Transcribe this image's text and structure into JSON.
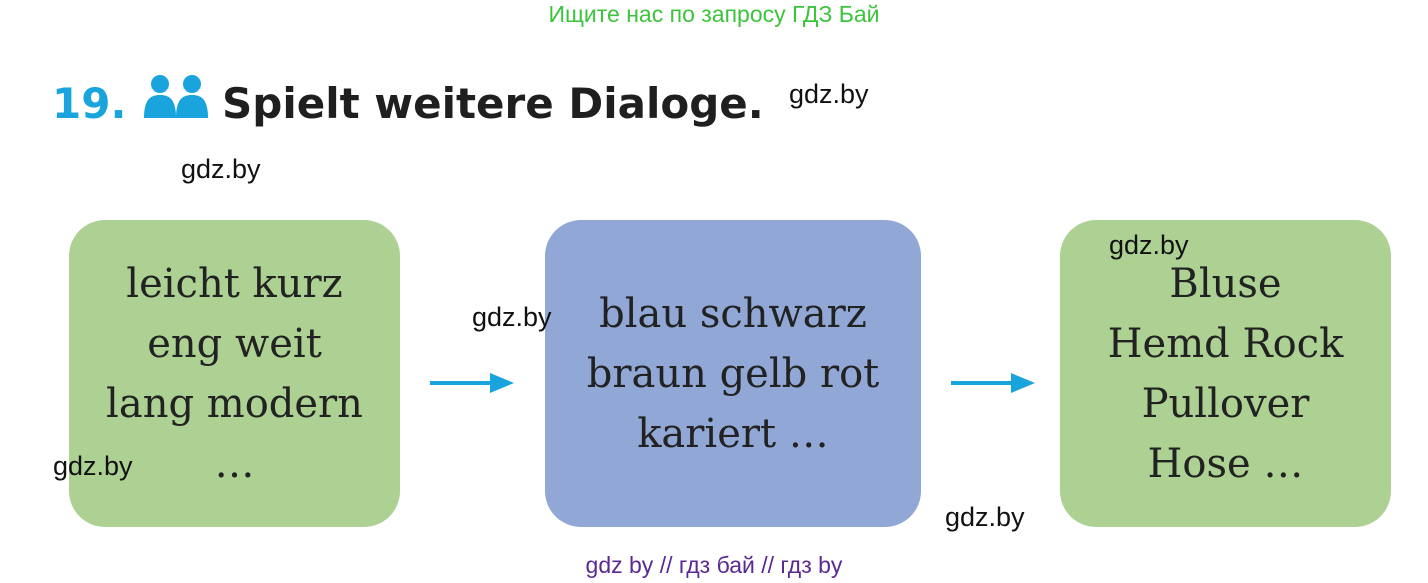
{
  "banner": "Ищите нас по запросу ГДЗ Бай",
  "exercise": {
    "number": "19.",
    "icon": "pair-work-icon",
    "title": "Spielt weitere Dialoge."
  },
  "watermarks": [
    "gdz.by",
    "gdz.by",
    "gdz.by",
    "gdz.by",
    "gdz.by",
    "gdz.by"
  ],
  "cards": [
    {
      "lines": [
        "leicht kurz",
        "eng weit",
        "lang modern",
        "…"
      ],
      "color": "#add193"
    },
    {
      "lines": [
        "blau schwarz",
        "braun gelb rot",
        "kariert …"
      ],
      "color": "#91a8d6"
    },
    {
      "lines": [
        "Bluse",
        "Hemd Rock",
        "Pullover",
        "Hose …"
      ],
      "color": "#add193"
    }
  ],
  "arrow_color": "#1aa4de",
  "footer": "gdz by  //  гдз бай  //  гдз by"
}
